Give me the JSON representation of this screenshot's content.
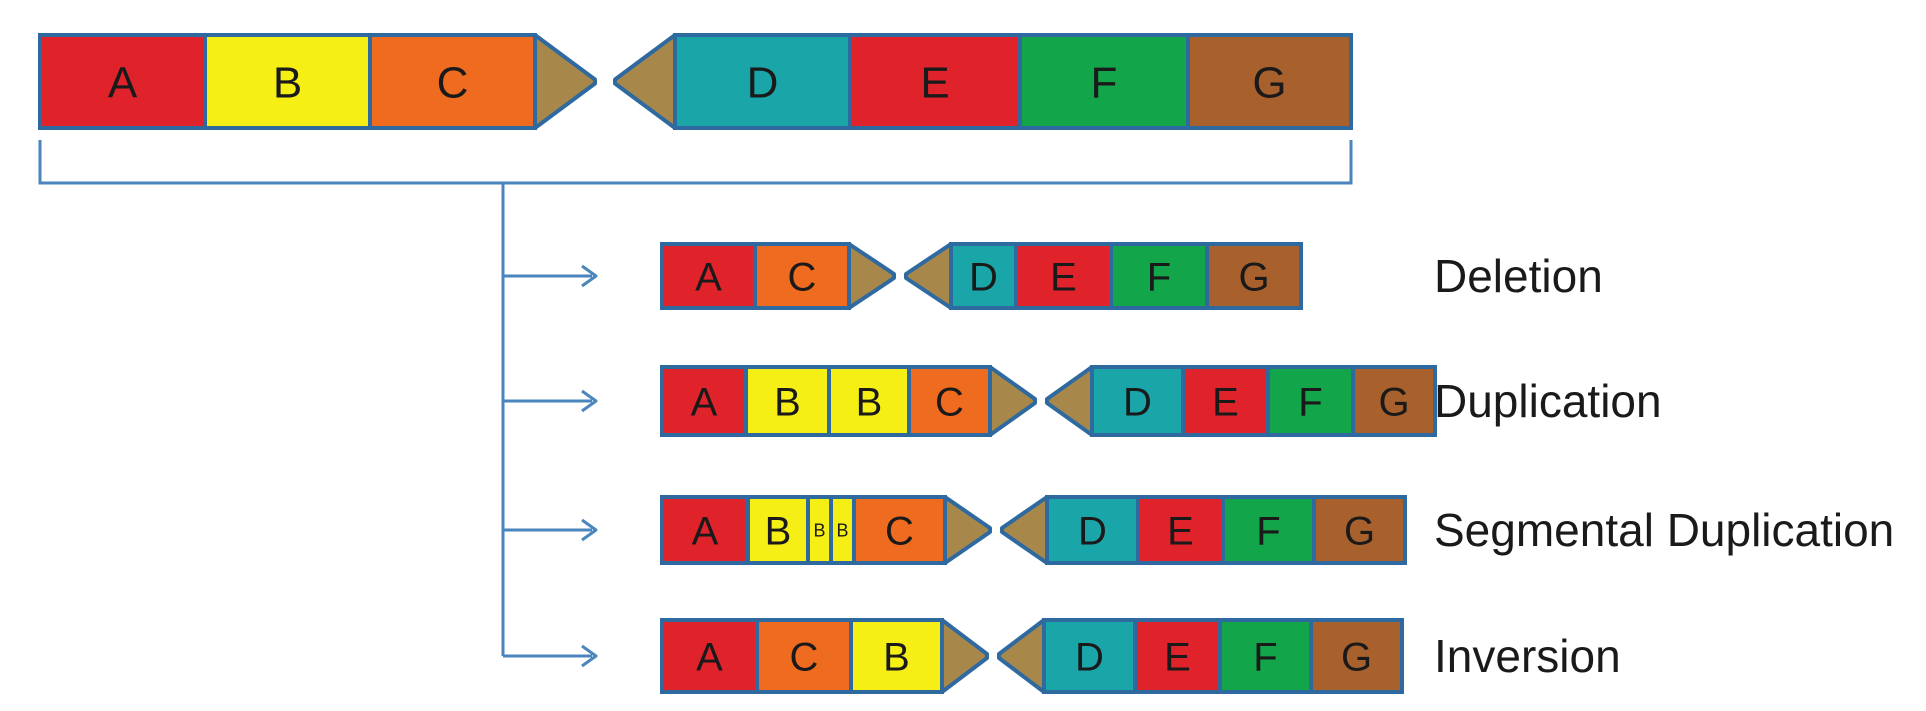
{
  "colors": {
    "outline": "#2e6aa0",
    "centromere": "#a8874a",
    "connector": "#4a86bd",
    "red": "#e0232b",
    "yellow": "#f6ef16",
    "orange": "#ef6b1f",
    "teal": "#1aa5a8",
    "green": "#12a54a",
    "brown": "#a8612c"
  },
  "original": {
    "p_arm": [
      {
        "label": "A",
        "color": "red"
      },
      {
        "label": "B",
        "color": "yellow"
      },
      {
        "label": "C",
        "color": "orange"
      }
    ],
    "q_arm": [
      {
        "label": "D",
        "color": "teal"
      },
      {
        "label": "E",
        "color": "red"
      },
      {
        "label": "F",
        "color": "green"
      },
      {
        "label": "G",
        "color": "brown"
      }
    ]
  },
  "variants": [
    {
      "name": "Deletion",
      "p_arm": [
        {
          "label": "A",
          "color": "red"
        },
        {
          "label": "C",
          "color": "orange"
        }
      ],
      "q_arm": [
        {
          "label": "D",
          "color": "teal"
        },
        {
          "label": "E",
          "color": "red"
        },
        {
          "label": "F",
          "color": "green"
        },
        {
          "label": "G",
          "color": "brown"
        }
      ]
    },
    {
      "name": "Duplication",
      "p_arm": [
        {
          "label": "A",
          "color": "red"
        },
        {
          "label": "B",
          "color": "yellow"
        },
        {
          "label": "B",
          "color": "yellow"
        },
        {
          "label": "C",
          "color": "orange"
        }
      ],
      "q_arm": [
        {
          "label": "D",
          "color": "teal"
        },
        {
          "label": "E",
          "color": "red"
        },
        {
          "label": "F",
          "color": "green"
        },
        {
          "label": "G",
          "color": "brown"
        }
      ]
    },
    {
      "name": "Segmental Duplication",
      "p_arm": [
        {
          "label": "A",
          "color": "red"
        },
        {
          "label": "B",
          "color": "yellow"
        },
        {
          "label": "B",
          "color": "yellow"
        },
        {
          "label": "B",
          "color": "yellow"
        },
        {
          "label": "C",
          "color": "orange"
        }
      ],
      "q_arm": [
        {
          "label": "D",
          "color": "teal"
        },
        {
          "label": "E",
          "color": "red"
        },
        {
          "label": "F",
          "color": "green"
        },
        {
          "label": "G",
          "color": "brown"
        }
      ]
    },
    {
      "name": "Inversion",
      "p_arm": [
        {
          "label": "A",
          "color": "red"
        },
        {
          "label": "C",
          "color": "orange"
        },
        {
          "label": "B",
          "color": "yellow"
        }
      ],
      "q_arm": [
        {
          "label": "D",
          "color": "teal"
        },
        {
          "label": "E",
          "color": "red"
        },
        {
          "label": "F",
          "color": "green"
        },
        {
          "label": "G",
          "color": "brown"
        }
      ]
    }
  ]
}
